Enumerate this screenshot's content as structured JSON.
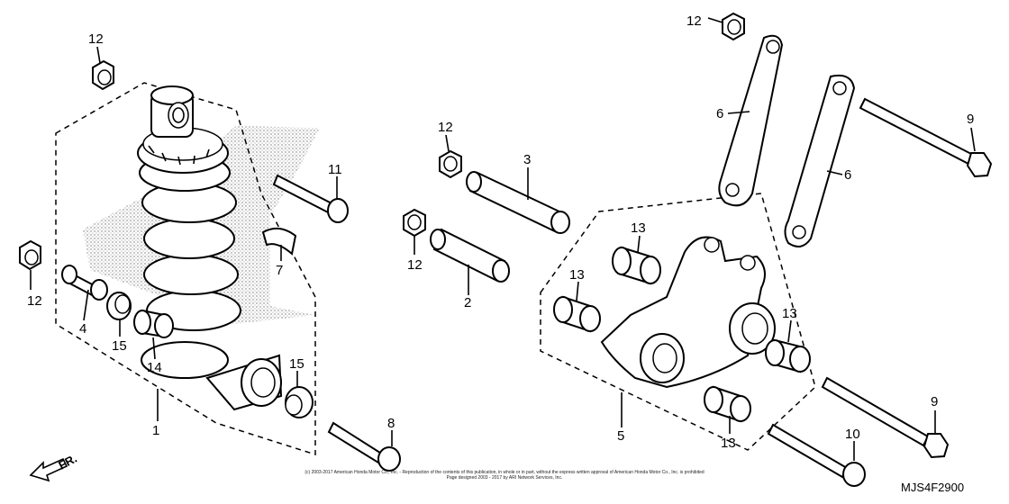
{
  "diagram_code": "MJS4F2900",
  "front_indicator": "FR.",
  "copyright_line1": "(c) 2003-2017 American Honda Motor Co., Inc. - Reproduction of the contents of this publication, in whole or in part, without the express written approval of American Honda Motor Co., Inc. is prohibited",
  "copyright_line2": "Page designed 2003 - 2017 by ARI Network Services, Inc.",
  "callouts": [
    "12",
    "12",
    "4",
    "15",
    "14",
    "1",
    "11",
    "7",
    "15",
    "8",
    "12",
    "3",
    "12",
    "2",
    "13",
    "13",
    "13",
    "13",
    "5",
    "12",
    "6",
    "6",
    "9",
    "9",
    "10"
  ]
}
